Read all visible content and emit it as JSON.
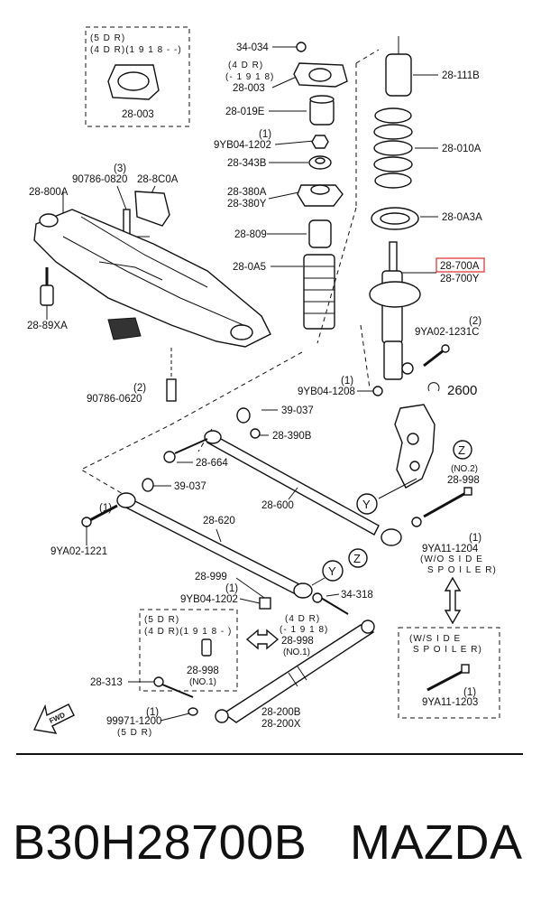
{
  "diagram": {
    "box_5dr": {
      "l1": "(5 D R)",
      "l2": "(4 D R)(1 9 1 8 - -)",
      "part": "28-003"
    },
    "labels": {
      "p34034": "34-034",
      "p4dr": "(4 D R)",
      "p1918": "(- 1 9 1 8)",
      "p28003": "28-003",
      "p28111b": "28-111B",
      "p28019e": "28-019E",
      "q1a": "(1)",
      "p9yb041202": "9YB04-1202",
      "p28343b": "28-343B",
      "p28010a": "28-010A",
      "q3": "(3)",
      "p90786_0820": "90786-0820",
      "p288c0a": "28-8C0A",
      "p28800a": "28-800A",
      "p28380a": "28-380A",
      "p28380y": "28-380Y",
      "p280a3a": "28-0A3A",
      "p28809": "28-809",
      "p28700a": "28-700A",
      "p28700y": "28-700Y",
      "p280a5": "28-0A5",
      "p2889xa": "28-89XA",
      "q2a": "(2)",
      "p9ya021231c": "9YA02-1231C",
      "q1b": "(1)",
      "p9yb041208": "9YB04-1208",
      "p2600": "2600",
      "q2b": "(2)",
      "p90786_0620": "90786-0620",
      "p39037a": "39-037",
      "p28390b": "28-390B",
      "z1": "Z",
      "no2": "(NO.2)",
      "p28998a": "28-998",
      "p28664": "28-664",
      "p39037b": "39-037",
      "p28600": "28-600",
      "y1": "Y",
      "q1c": "(1)",
      "p9ya021221": "9YA02-1221",
      "p28620": "28-620",
      "q1d": "(1)",
      "p9ya111204": "9YA11-1204",
      "wo_side": "(W/O  S I D E",
      "spoiler1": "S P O I L E R)",
      "z2": "Z",
      "y2": "Y",
      "p28999": "28-999",
      "q1e": "(1)",
      "p9yb041202b": "9YB04-1202",
      "p34318": "34-318",
      "p5dr": "(5 D R)",
      "p4dr1918": "(4 D R)(1 9 1 8 - )",
      "p4dr2": "(4 D R)",
      "p1918b": "(- 1 9 1 8)",
      "p28998b": "28-998",
      "no1a": "(NO.1)",
      "w_side": "(W/S I D E",
      "spoiler2": "S P O I L E R)",
      "p28998c": "28-998",
      "no1b": "(NO.1)",
      "p28313": "28-313",
      "q1f": "(1)",
      "p9ya111203": "9YA11-1203",
      "q1g": "(1)",
      "p99971": "99971-1200",
      "p5drb": "(5 D R)",
      "p28200b": "28-200B",
      "p28200x": "28-200X",
      "fwd": "FWD"
    }
  },
  "caption": {
    "part_number": "B30H28700B",
    "brand": "MAZDA"
  },
  "colors": {
    "highlight": "#e03a3a",
    "ink": "#111111"
  }
}
